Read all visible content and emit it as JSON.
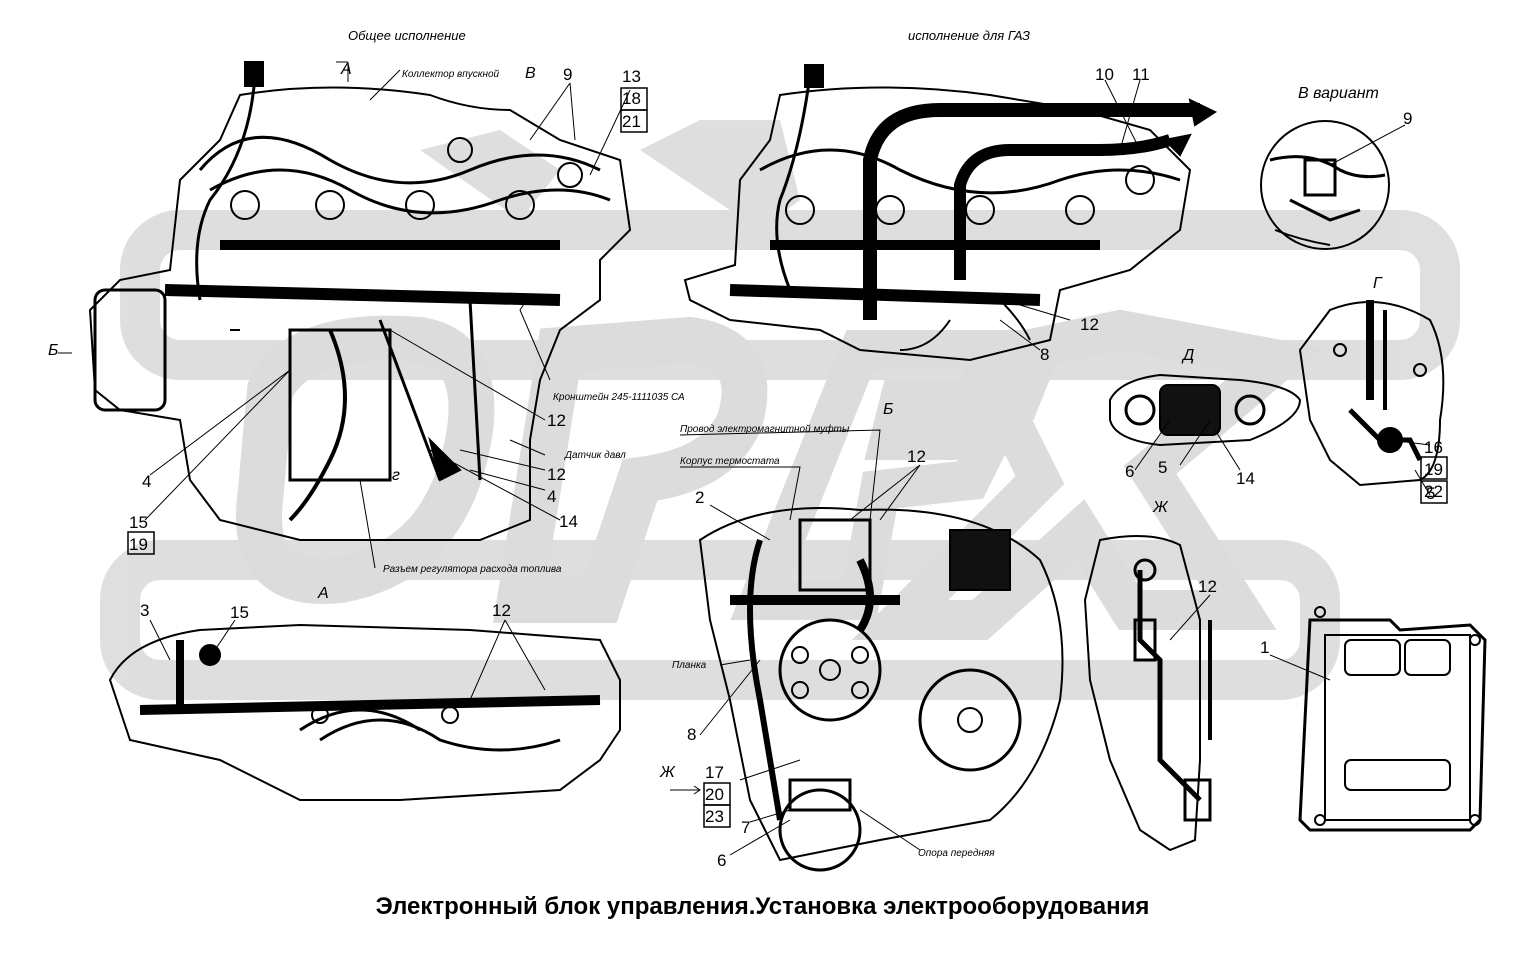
{
  "caption": "Электронный блок управления.Установка электрооборудования",
  "headers": {
    "general": "Общее исполнение",
    "gaz": "исполнение для ГАЗ",
    "variant": "В вариант"
  },
  "watermark": "OPEX",
  "notes": {
    "collector": "Коллектор впускной",
    "bracket": "Кронштейн 245-1111035 СА",
    "sensor": "Датчик давл",
    "connector": "Разъем регулятора расхода топлива",
    "clutch_wire": "Провод электромагнитной муфты",
    "thermostat": "Корпус термостата",
    "plate": "Планка",
    "support": "Опора передняя"
  },
  "view_letters": {
    "A_top": "А",
    "A_bottom": "А",
    "B_side": "Б",
    "B_mid": "Б",
    "V": "В",
    "G_small": "г",
    "G": "Г",
    "D": "Д",
    "Zh_right": "Ж",
    "Zh_arrow": "Ж"
  },
  "labels": {
    "l1": "9",
    "l2": "13",
    "l3": "18",
    "l4": "21",
    "l5": "10",
    "l6": "11",
    "l7": "9",
    "l8": "12",
    "l9": "8",
    "l10": "12",
    "l11": "12",
    "l12": "4",
    "l13": "14",
    "l14": "4",
    "l15": "15",
    "l16": "19",
    "l17": "6",
    "l18": "5",
    "l19": "14",
    "l20": "16",
    "l21": "19",
    "l22": "5",
    "l23": "22",
    "l24": "12",
    "l25": "2",
    "l26": "3",
    "l27": "15",
    "l28": "12",
    "l29": "12",
    "l30": "1",
    "l31": "8",
    "l32": "17",
    "l33": "20",
    "l34": "23",
    "l35": "7",
    "l36": "6"
  }
}
